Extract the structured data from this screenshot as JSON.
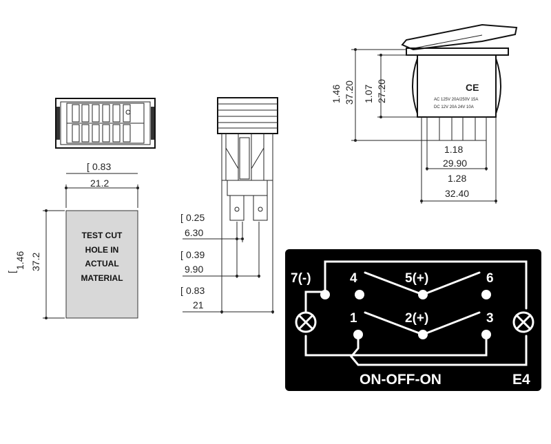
{
  "front_view": {
    "width_in": "0.83",
    "width_mm": "21.2"
  },
  "cutout": {
    "label_lines": [
      "TEST CUT",
      "HOLE IN",
      "ACTUAL",
      "MATERIAL"
    ],
    "height_in": "1.46",
    "height_mm": "37.2"
  },
  "side_view": {
    "dim1_in": "0.25",
    "dim1_mm": "6.30",
    "dim2_in": "0.39",
    "dim2_mm": "9.90",
    "dim3_in": "0.83",
    "dim3_mm": "21"
  },
  "end_view": {
    "total_height_in": "1.46",
    "total_height_mm": "37.20",
    "body_height_in": "1.07",
    "body_height_mm": "27.20",
    "inner_width_in": "1.18",
    "inner_width_mm": "29.90",
    "outer_width_in": "1.28",
    "outer_width_mm": "32.40",
    "ce_mark": "CE",
    "rating_line_1": "AC 125V 20A/250V 15A",
    "rating_line_2": "DC 12V 20A 24V 10A"
  },
  "wiring": {
    "pins": {
      "p7": "7(-)",
      "p4": "4",
      "p5": "5(+)",
      "p6": "6",
      "p1": "1",
      "p2": "2(+)",
      "p3": "3"
    },
    "function": "ON-OFF-ON",
    "code": "E4",
    "panel_color": "#000000",
    "line_color": "#ffffff"
  }
}
